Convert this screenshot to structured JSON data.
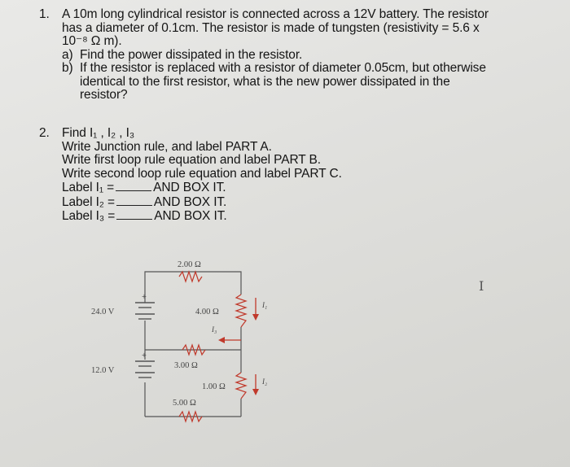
{
  "q1": {
    "number": "1.",
    "line1": "A 10m long cylindrical resistor is connected across a 12V battery. The resistor",
    "line2": "has a diameter of 0.1cm. The resistor is made of tungsten (resistivity = 5.6 x",
    "line3": "10⁻⁸ Ω m).",
    "a_label": "a)",
    "a_text": "Find the power dissipated in the resistor.",
    "b_label": "b)",
    "b_line1": "If the resistor is replaced with a resistor of diameter 0.05cm, but otherwise",
    "b_line2": "identical to the first resistor, what is the new power dissipated in the",
    "b_line3": "resistor?"
  },
  "q2": {
    "number": "2.",
    "find": "Find I₁ , I₂ , I₃",
    "junction": "Write Junction rule, and label PART A.",
    "loop1": "Write first loop rule equation and label PART B.",
    "loop2": "Write second loop rule equation and label PART C.",
    "label1_prefix": "Label I₁ =",
    "label2_prefix": "Label I₂ =",
    "label3_prefix": "Label I₃ =",
    "box_text": "AND BOX IT."
  },
  "circuit": {
    "r_top": "2.00 Ω",
    "r_right_upper": "4.00 Ω",
    "r_middle": "3.00 Ω",
    "r_right_lower": "1.00 Ω",
    "r_bottom": "5.00 Ω",
    "battery_upper": "24.0 V",
    "battery_lower": "12.0 V",
    "i1": "I₁",
    "i2": "I₂",
    "i3": "I₃"
  },
  "side_mark": "I"
}
